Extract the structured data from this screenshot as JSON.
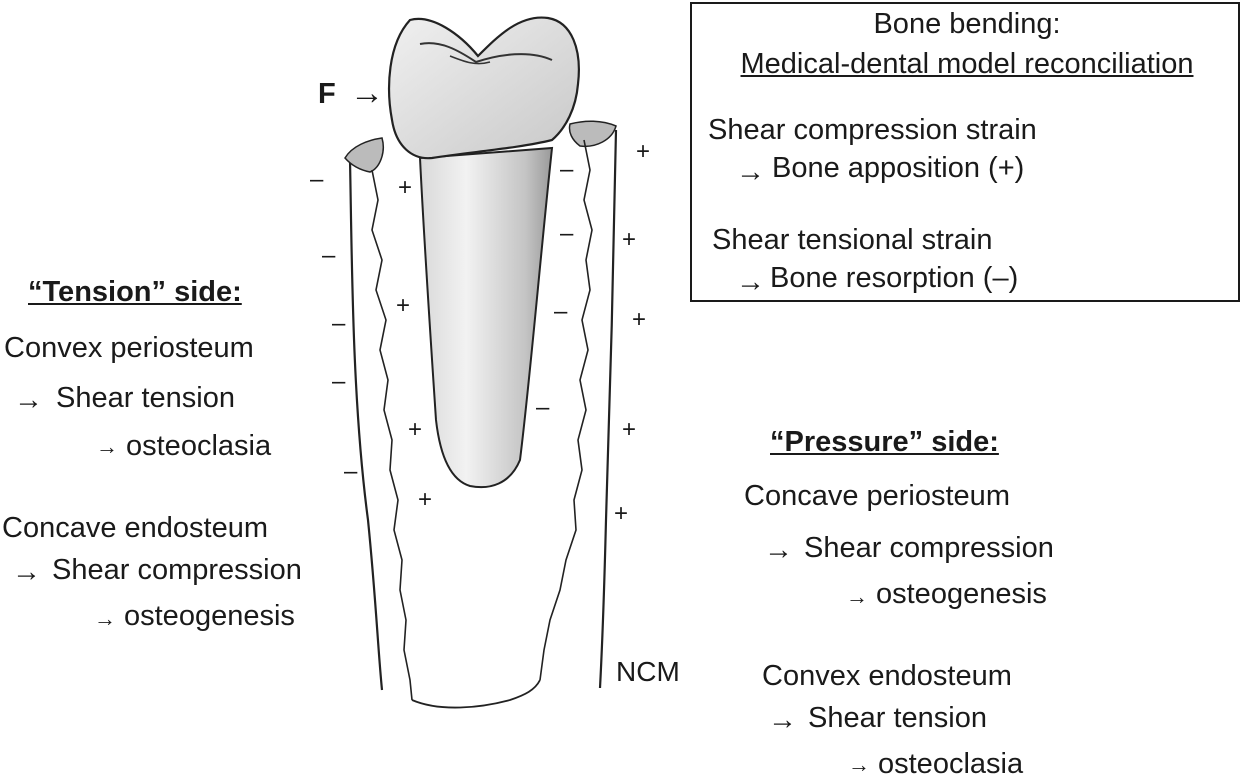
{
  "legend": {
    "title": "Bone bending:",
    "subtitle": "Medical-dental model reconciliation",
    "line1": "Shear compression strain",
    "line2_arrow": "→",
    "line2": "Bone apposition (+)",
    "line3": "Shear tensional strain",
    "line4_arrow": "→",
    "line4": "Bone resorption (–)"
  },
  "tension_side": {
    "heading": "“Tension” side:",
    "periosteum": "Convex periosteum",
    "periosteum_arrow": "→",
    "periosteum_effect": "Shear tension",
    "periosteum_result_arrow": "→",
    "periosteum_result": "osteoclasia",
    "endosteum": "Concave endosteum",
    "endosteum_arrow": "→",
    "endosteum_effect": "Shear compression",
    "endosteum_result_arrow": "→",
    "endosteum_result": "osteogenesis"
  },
  "pressure_side": {
    "heading": "“Pressure” side:",
    "periosteum": "Concave periosteum",
    "periosteum_arrow": "→",
    "periosteum_effect": "Shear compression",
    "periosteum_result_arrow": "→",
    "periosteum_result": "osteogenesis",
    "endosteum": "Convex endosteum",
    "endosteum_arrow": "→",
    "endosteum_effect": "Shear tension",
    "endosteum_result_arrow": "→",
    "endosteum_result": "osteoclasia"
  },
  "force_label": "F",
  "force_arrow": "→",
  "ncm_label": "NCM",
  "minus_sign": "–",
  "plus_sign": "+"
}
